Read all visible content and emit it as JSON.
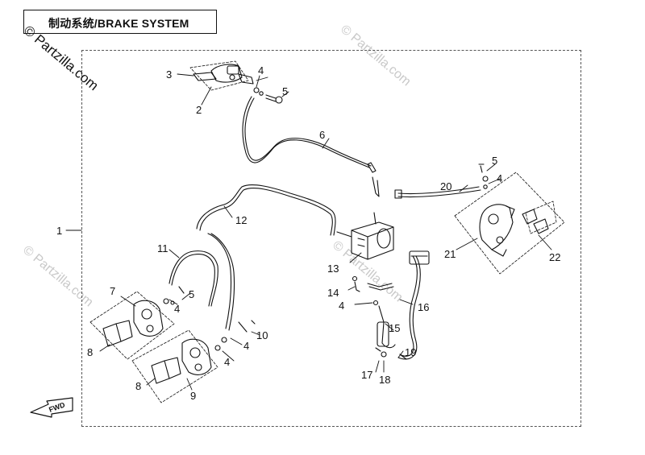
{
  "title": "制动系统/BRAKE SYSTEM",
  "watermark": "© Partzilla.com",
  "fwd_label": "FWD",
  "callouts": {
    "c1": "1",
    "c2": "2",
    "c3": "3",
    "c4a": "4",
    "c5a": "5",
    "c6": "6",
    "c5b": "5",
    "c4b": "4",
    "c20": "20",
    "c12": "12",
    "c21": "21",
    "c22": "22",
    "c11": "11",
    "c13": "13",
    "c7": "7",
    "c5c": "5",
    "c4c": "4",
    "c14": "14",
    "c4d": "4",
    "c16": "16",
    "c10": "10",
    "c8a": "8",
    "c4e": "4",
    "c15": "15",
    "c4f": "4",
    "c19": "19",
    "c8b": "8",
    "c9": "9",
    "c17": "17",
    "c18": "18"
  },
  "colors": {
    "line": "#111111",
    "watermark": "#c9c9c9"
  }
}
